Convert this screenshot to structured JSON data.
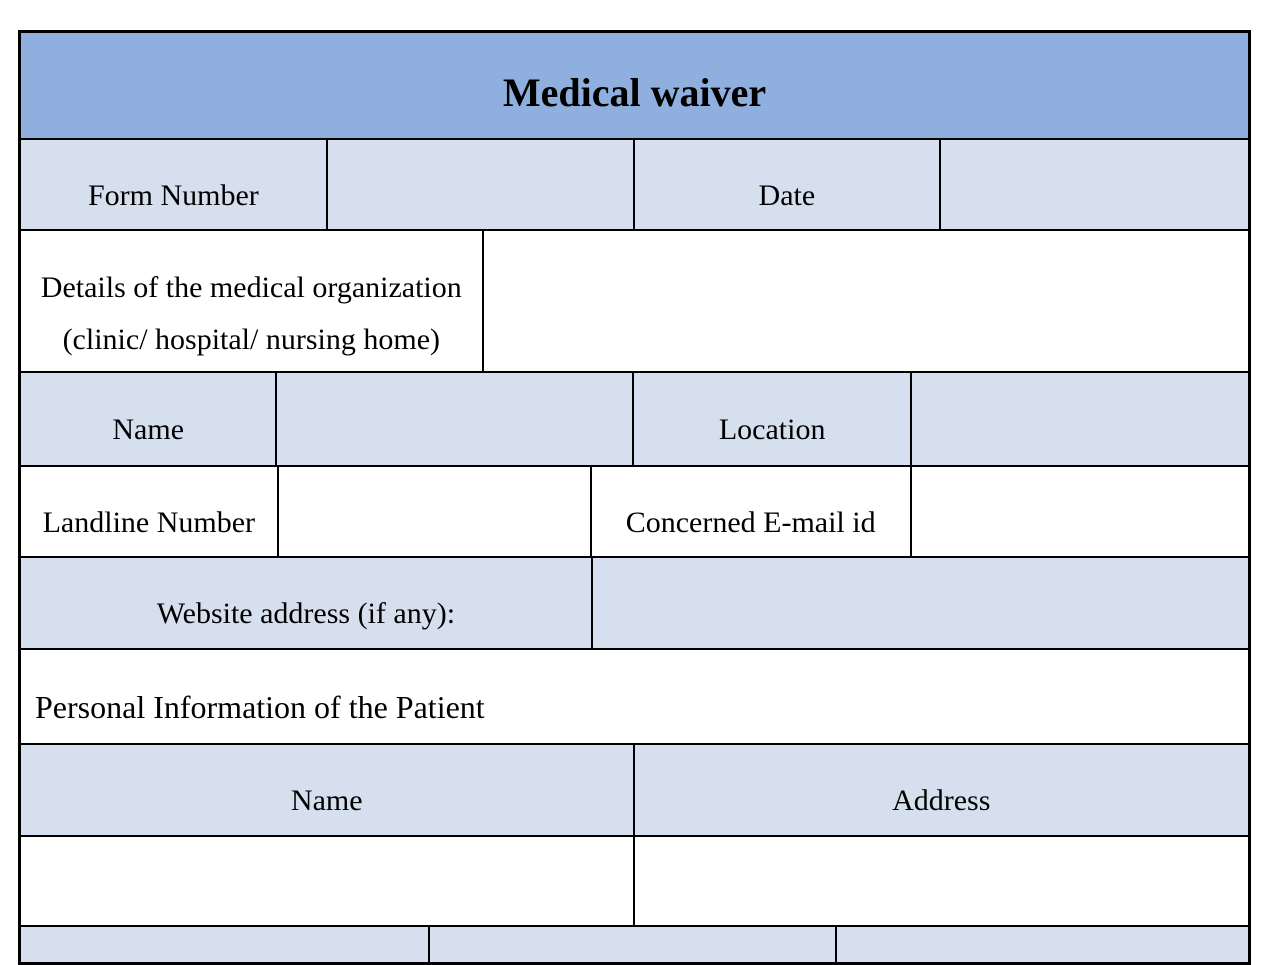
{
  "colors": {
    "header_bg": "#8fb0df",
    "label_bg": "#d5dfee",
    "cell_bg": "#ffffff",
    "border": "#000000",
    "text": "#000000"
  },
  "title": "Medical waiver",
  "top_row": {
    "form_number_label": "Form Number",
    "form_number_value": "",
    "date_label": "Date",
    "date_value": ""
  },
  "organization": {
    "details_label_line1": "Details of the medical organization",
    "details_label_line2": "(clinic/ hospital/ nursing home)",
    "details_value": "",
    "name_label": "Name",
    "name_value": "",
    "location_label": "Location",
    "location_value": "",
    "landline_label": "Landline Number",
    "landline_value": "",
    "email_label": "Concerned E-mail id",
    "email_value": "",
    "website_label": "Website address (if any):",
    "website_value": ""
  },
  "patient": {
    "section_title": "Personal Information of the Patient",
    "name_header": "Name",
    "name_value": "",
    "address_header": "Address",
    "address_value": "",
    "bottom_row_cell1": "",
    "bottom_row_cell2": "",
    "bottom_row_cell3": ""
  }
}
